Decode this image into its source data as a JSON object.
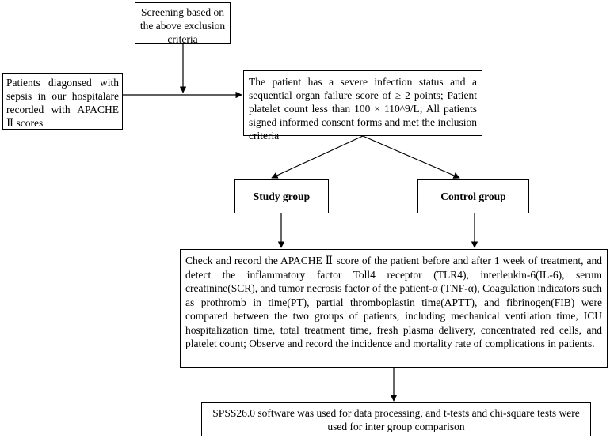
{
  "boxes": {
    "screening": "Screening based on the above exclusion criteria",
    "patients": "Patients diagonsed with sepsis in our hospitalare recorded with APACHE Ⅱ scores",
    "inclusion": "The patient has a severe infection status and a sequential organ failure score of ≥ 2 points; Patient platelet count less than 100 × 110^9/L; All patients signed informed consent forms and met the inclusion criteria",
    "study_group": "Study group",
    "control_group": "Control group",
    "procedure": "Check and record the APACHE Ⅱ score of the patient before and after 1 week of treatment, and detect the inflammatory factor Toll4 receptor (TLR4), interleukin-6(IL-6), serum creatinine(SCR), and tumor necrosis factor of the patient-α (TNF-α), Coagulation indicators such as prothromb in time(PT), partial thromboplastin time(APTT), and fibrinogen(FIB) were compared between the two groups of patients, including mechanical ventilation time, ICU hospitalization time, total treatment time, fresh plasma delivery, concentrated red cells, and platelet count; Observe and record the incidence and mortality rate of complications in patients.",
    "analysis": "SPSS26.0 software was used for data processing, and t-tests and chi-square tests were used for inter group comparison"
  }
}
